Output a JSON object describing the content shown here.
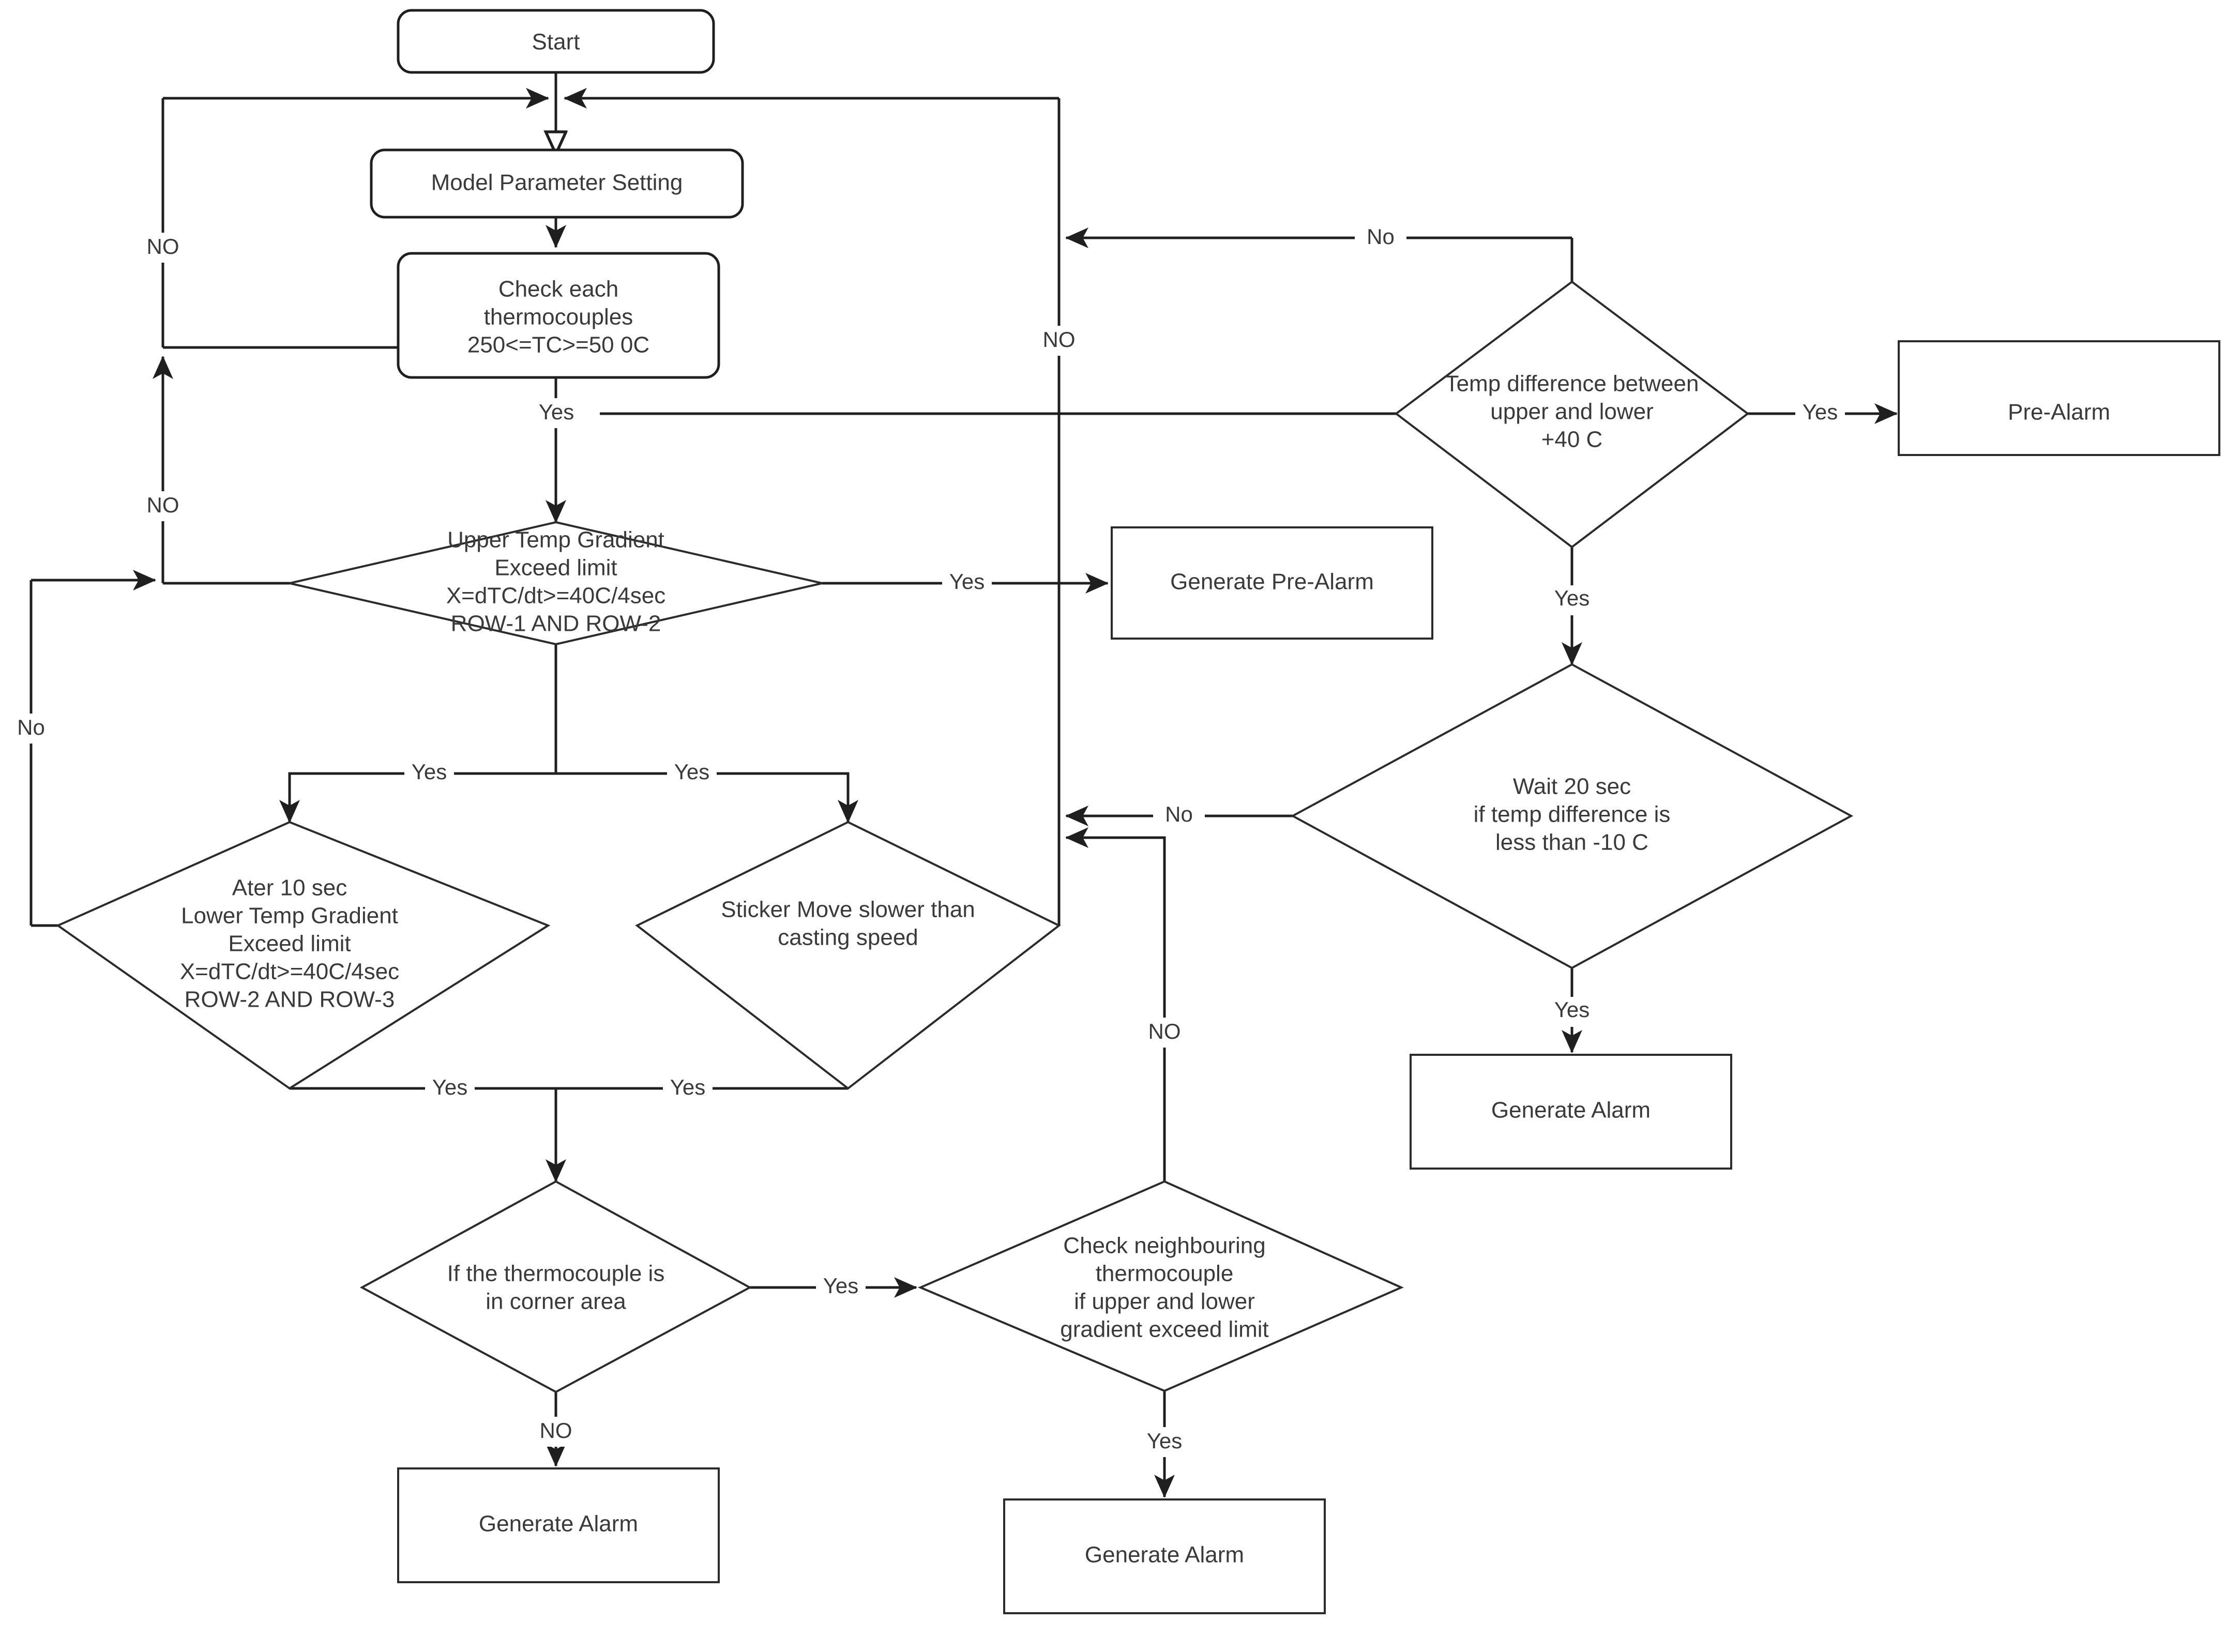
{
  "diagram": {
    "title": "Thermocouple Breakout Detection Flowchart",
    "background": "#ffffff",
    "stroke_color": "#1f1f1f",
    "text_color": "#3a3a3a",
    "nodes": {
      "start": {
        "label": "Start",
        "shape": "rounded-rectangle"
      },
      "model_param": {
        "label": "Model Parameter Setting",
        "shape": "rounded-rectangle"
      },
      "check_tc_l1": {
        "label": "Check each",
        "l2": "thermocouples",
        "l3": "250<=TC>=50 0C",
        "shape": "rounded-rectangle"
      },
      "upper_grad_l1": {
        "label": "Upper Temp Gradient",
        "l2": "Exceed limit",
        "l3": "X=dTC/dt>=40C/4sec",
        "l4": "ROW-1 AND ROW-2",
        "shape": "diamond"
      },
      "lower_grad_l1": {
        "label": "Ater 10 sec",
        "l2": "Lower Temp Gradient",
        "l3": "Exceed limit",
        "l4": "X=dTC/dt>=40C/4sec",
        "l5": "ROW-2 AND ROW-3",
        "shape": "diamond"
      },
      "sticker_move_l1": {
        "label": "Sticker Move slower than",
        "l2": "casting speed",
        "shape": "diamond"
      },
      "gen_prealarm": {
        "label": "Generate Pre-Alarm",
        "shape": "rectangle"
      },
      "temp_diff_l1": {
        "label": "Temp difference between",
        "l2": "upper and lower",
        "l3": "+40 C",
        "shape": "diamond"
      },
      "pre_alarm": {
        "label": "Pre-Alarm",
        "shape": "rectangle"
      },
      "wait20_l1": {
        "label": "Wait 20 sec",
        "l2": "if temp difference is",
        "l3": "less than -10 C",
        "shape": "diamond"
      },
      "gen_alarm_right": {
        "label": "Generate Alarm",
        "shape": "rectangle"
      },
      "corner_area_l1": {
        "label": "If the thermocouple is",
        "l2": "in corner area",
        "shape": "diamond"
      },
      "gen_alarm_left": {
        "label": "Generate Alarm",
        "shape": "rectangle"
      },
      "check_neigh_l1": {
        "label": "Check neighbouring",
        "l2": "thermocouple",
        "l3": "if upper and lower",
        "l4": "gradient exceed limit",
        "shape": "diamond"
      },
      "gen_alarm_bottom": {
        "label": "Generate Alarm",
        "shape": "rectangle"
      }
    },
    "edge_labels": {
      "no_top_left": "NO",
      "no_mid_left": "NO",
      "no_far_left": "No",
      "no_center": "NO",
      "no_top_right": "No",
      "no_wait": "No",
      "no_check_neigh": "NO",
      "no_corner": "NO",
      "yes_check_tc": "Yes",
      "yes_upper_right": "Yes",
      "yes_upper_left_branch": "Yes",
      "yes_upper_right_branch": "Yes",
      "yes_lower_left": "Yes",
      "yes_sticker_left": "Yes",
      "yes_temp_diff": "Yes",
      "yes_temp_diff_down": "Yes",
      "yes_wait_down": "Yes",
      "yes_corner_right": "Yes",
      "yes_neigh_down": "Yes"
    }
  }
}
